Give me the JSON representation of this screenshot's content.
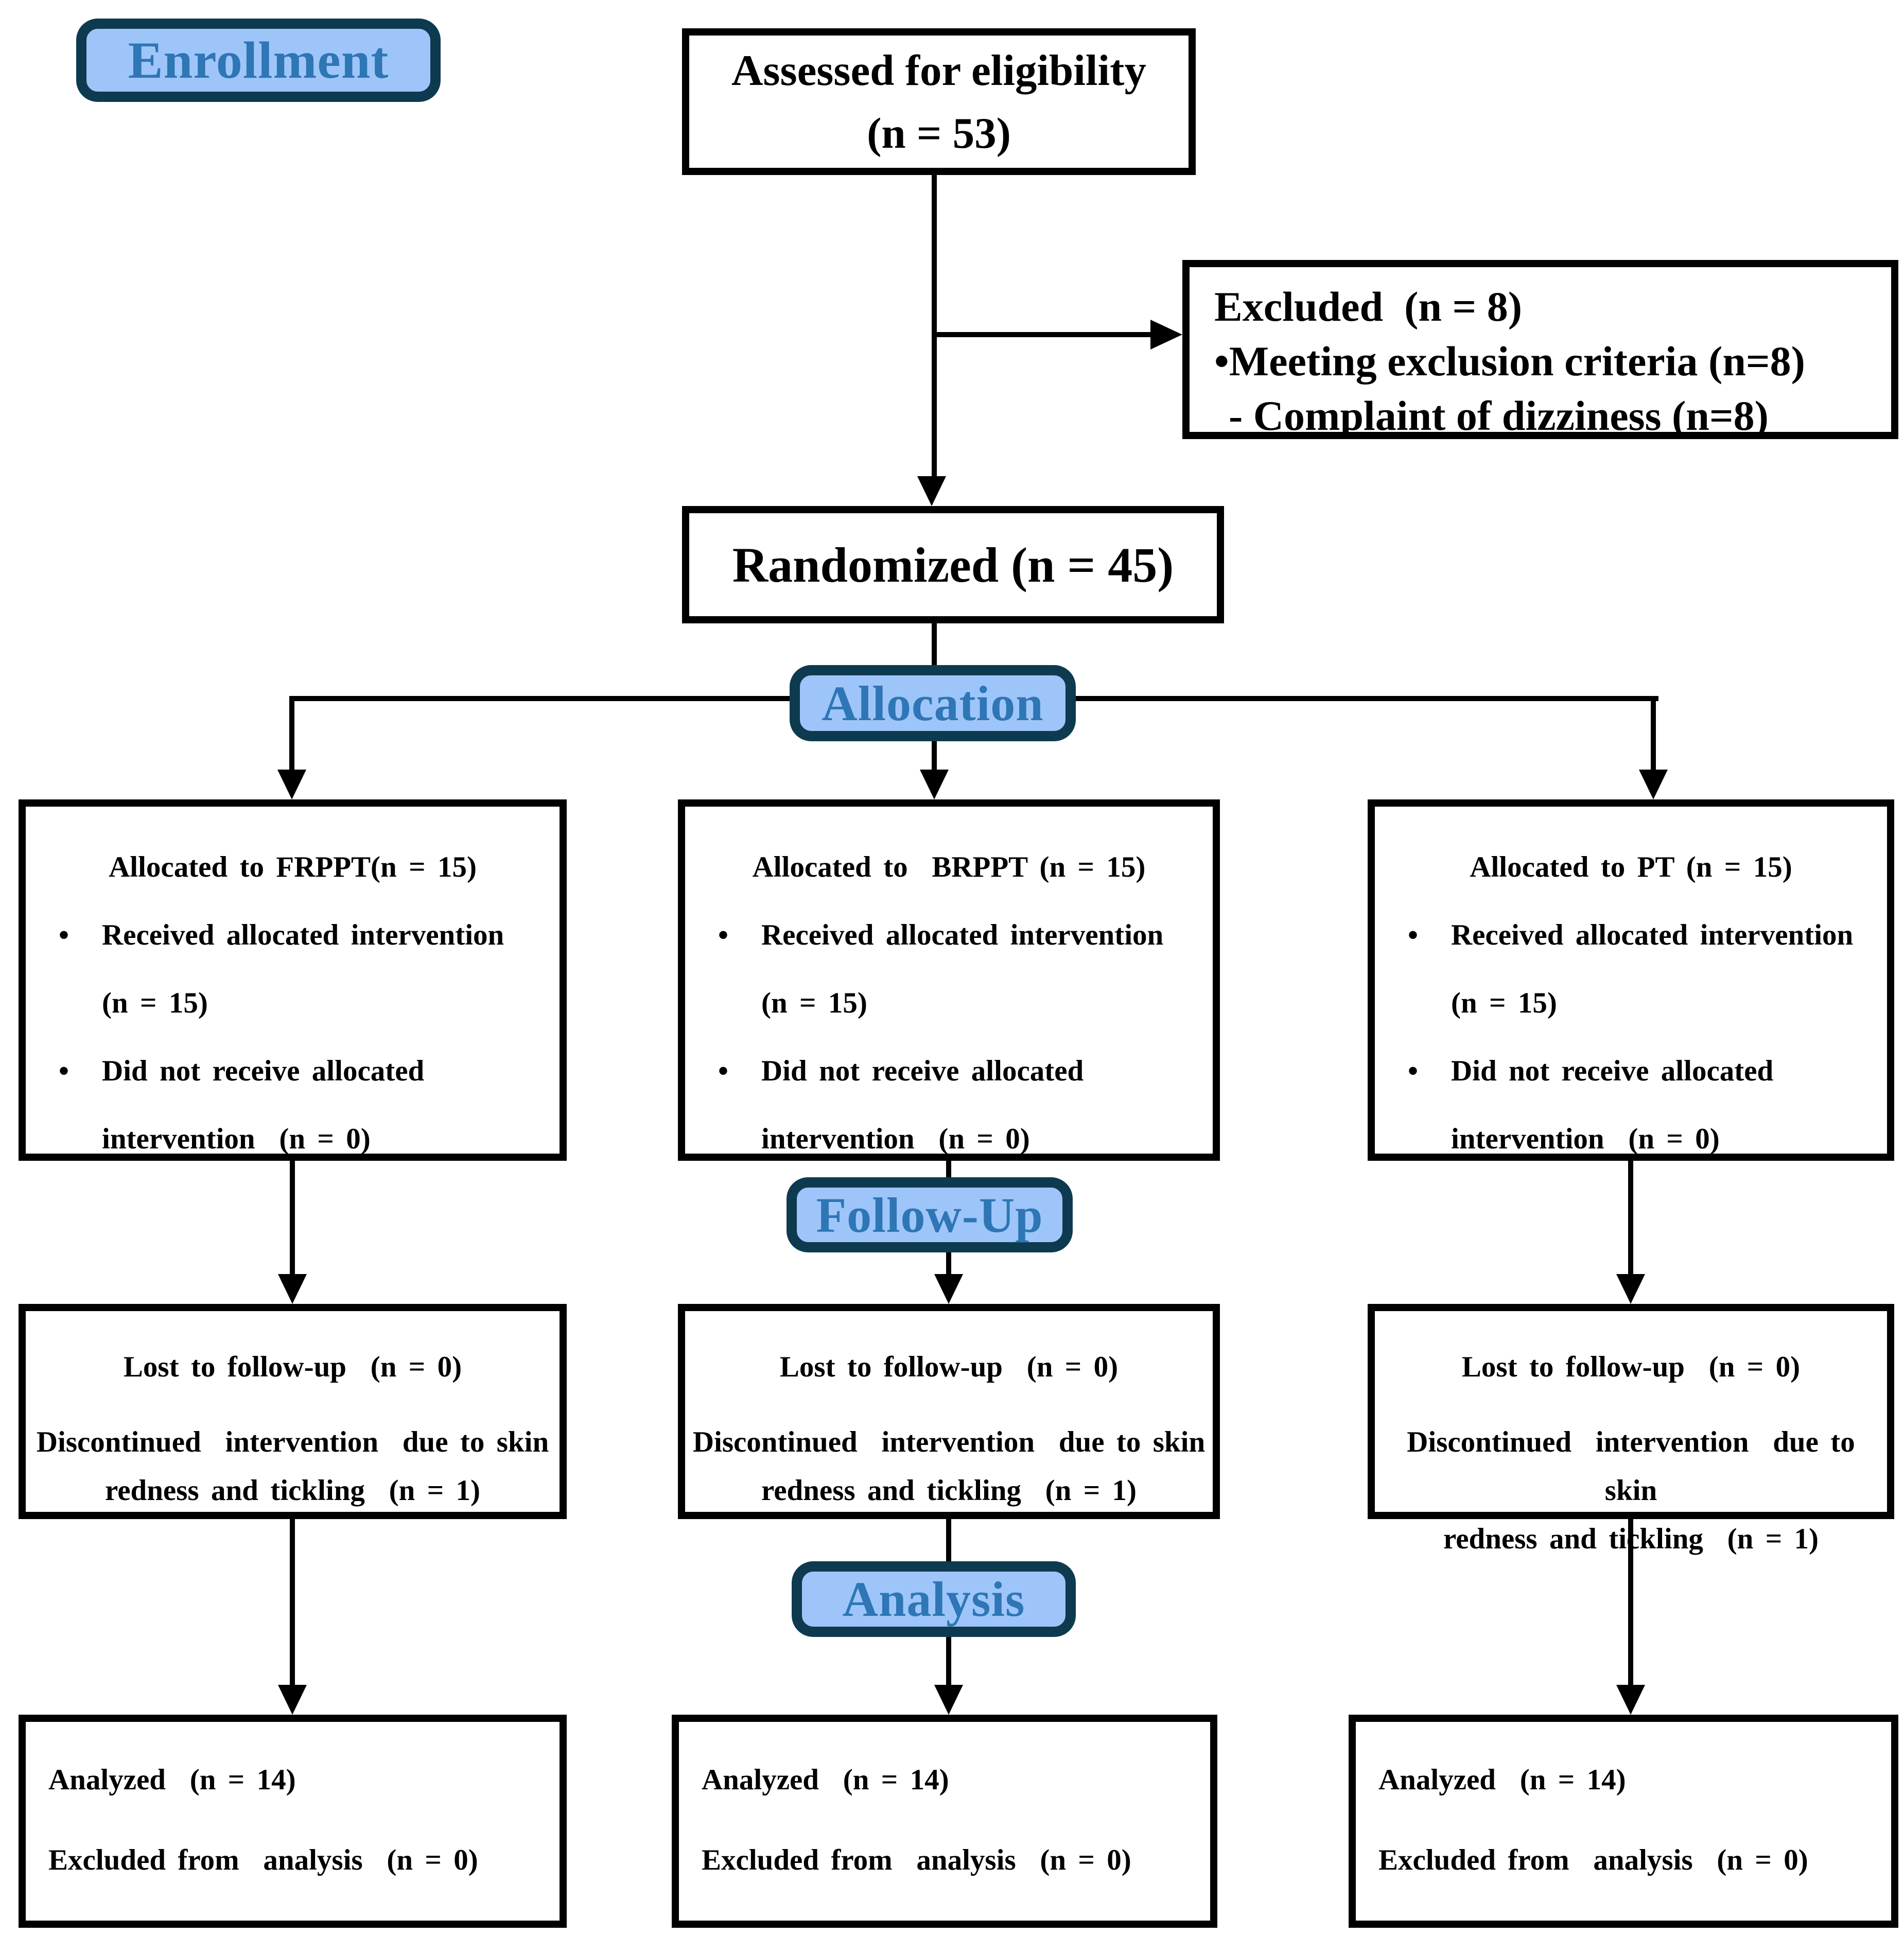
{
  "diagram": {
    "title_hint": "CONSORT participant flow diagram",
    "bullet_marker": "•",
    "stages": {
      "enrollment_label": "Enrollment",
      "allocation_label": "Allocation",
      "followup_label": "Follow-Up",
      "analysis_label": "Analysis"
    },
    "assessed": {
      "line1": "Assessed for eligibility",
      "line2": "(n = 53)"
    },
    "excluded": {
      "line1": "Excluded  (n = 8)",
      "line2": "•Meeting exclusion criteria (n=8)",
      "line3": "- Complaint of dizziness (n=8)"
    },
    "randomized": {
      "text": "Randomized (n = 45)"
    },
    "allocation_columns": [
      {
        "title": "Allocated to FRPPT(n = 15)",
        "bullet1_line1": "Received allocated intervention",
        "bullet1_line2": "(n = 15)",
        "bullet2_line1": "Did not receive allocated",
        "bullet2_line2": "intervention  (n = 0)"
      },
      {
        "title": "Allocated to  BRPPT (n = 15)",
        "bullet1_line1": "Received allocated intervention",
        "bullet1_line2": "(n = 15)",
        "bullet2_line1": "Did not receive allocated",
        "bullet2_line2": "intervention  (n = 0)"
      },
      {
        "title": "Allocated to PT (n = 15)",
        "bullet1_line1": "Received allocated intervention",
        "bullet1_line2": "(n = 15)",
        "bullet2_line1": "Did not receive allocated",
        "bullet2_line2": "intervention  (n = 0)"
      }
    ],
    "followup_columns": [
      {
        "line1": "Lost to follow-up  (n = 0)",
        "line2": "Discontinued  intervention  due to skin",
        "line3": "redness and tickling  (n = 1)"
      },
      {
        "line1": "Lost to follow-up  (n = 0)",
        "line2": "Discontinued  intervention  due to skin",
        "line3": "redness and tickling  (n = 1)"
      },
      {
        "line1": "Lost to follow-up  (n = 0)",
        "line2": "Discontinued  intervention  due to skin",
        "line3": "redness and tickling  (n = 1)"
      }
    ],
    "analysis_columns": [
      {
        "line1": "Analyzed  (n = 14)",
        "line2": "Excluded from  analysis  (n = 0)"
      },
      {
        "line1": "Analyzed  (n = 14)",
        "line2": "Excluded from  analysis  (n = 0)"
      },
      {
        "line1": "Analyzed  (n = 14)",
        "line2": "Excluded from  analysis  (n = 0)"
      }
    ]
  },
  "colors": {
    "background": "#FFFFFF",
    "badge_fill": "#9EC5F9",
    "badge_border": "#0E3A50",
    "badge_text": "#2E76B5",
    "box_border": "#000000",
    "text": "#000000"
  }
}
